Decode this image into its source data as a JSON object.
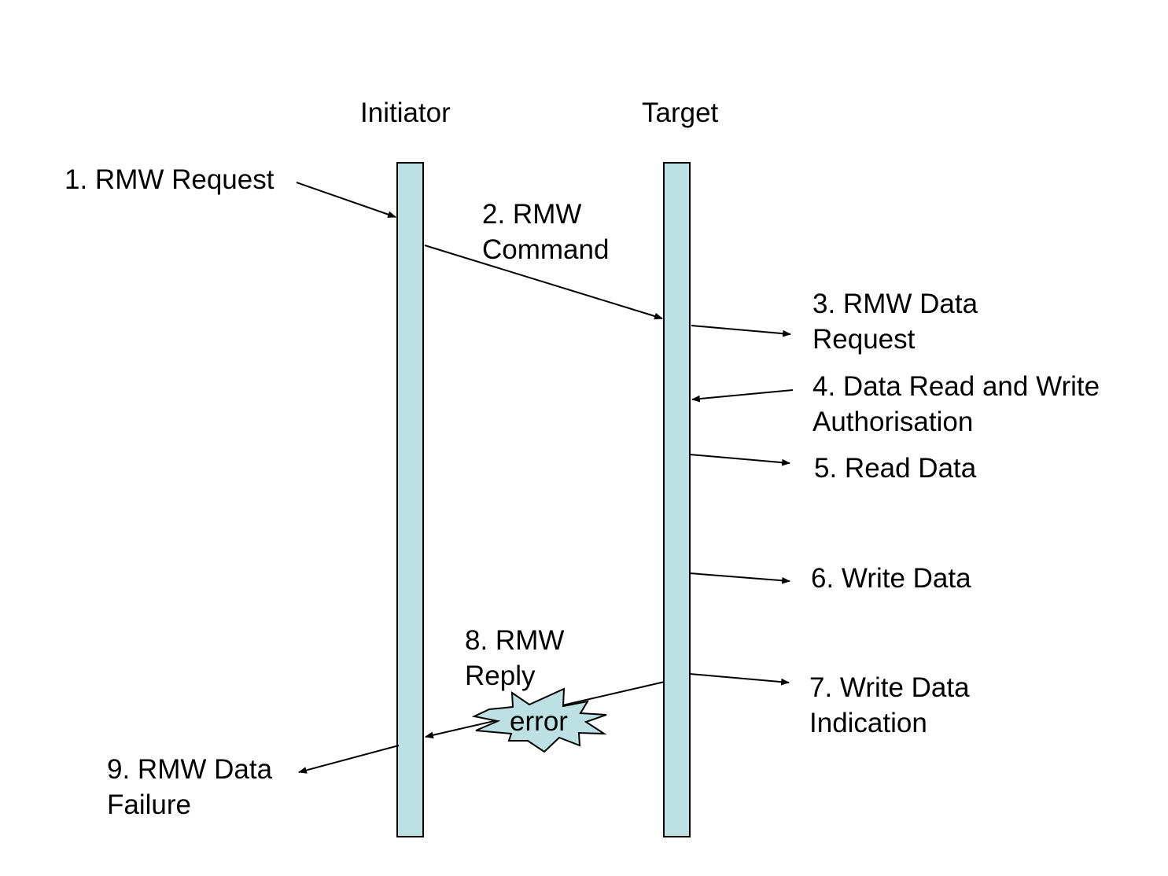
{
  "lanes": {
    "initiator": "Initiator",
    "target": "Target"
  },
  "messages": {
    "m1": {
      "line1": "1. RMW Request"
    },
    "m2": {
      "line1": "2. RMW",
      "line2": "Command"
    },
    "m3": {
      "line1": "3. RMW Data",
      "line2": "Request"
    },
    "m4": {
      "line1": "4. Data Read and Write",
      "line2": "Authorisation"
    },
    "m5": {
      "line1": "5. Read Data"
    },
    "m6": {
      "line1": "6. Write Data"
    },
    "m7": {
      "line1": "7. Write Data",
      "line2": "Indication"
    },
    "m8": {
      "line1": "8. RMW",
      "line2": "Reply"
    },
    "m9": {
      "line1": "9. RMW Data",
      "line2": "Failure"
    }
  },
  "error_burst": {
    "label": "error"
  },
  "colors": {
    "lifeline_fill": "#bde0e2",
    "burst_fill": "#bde0e2",
    "stroke": "#000000",
    "background": "#ffffff"
  }
}
